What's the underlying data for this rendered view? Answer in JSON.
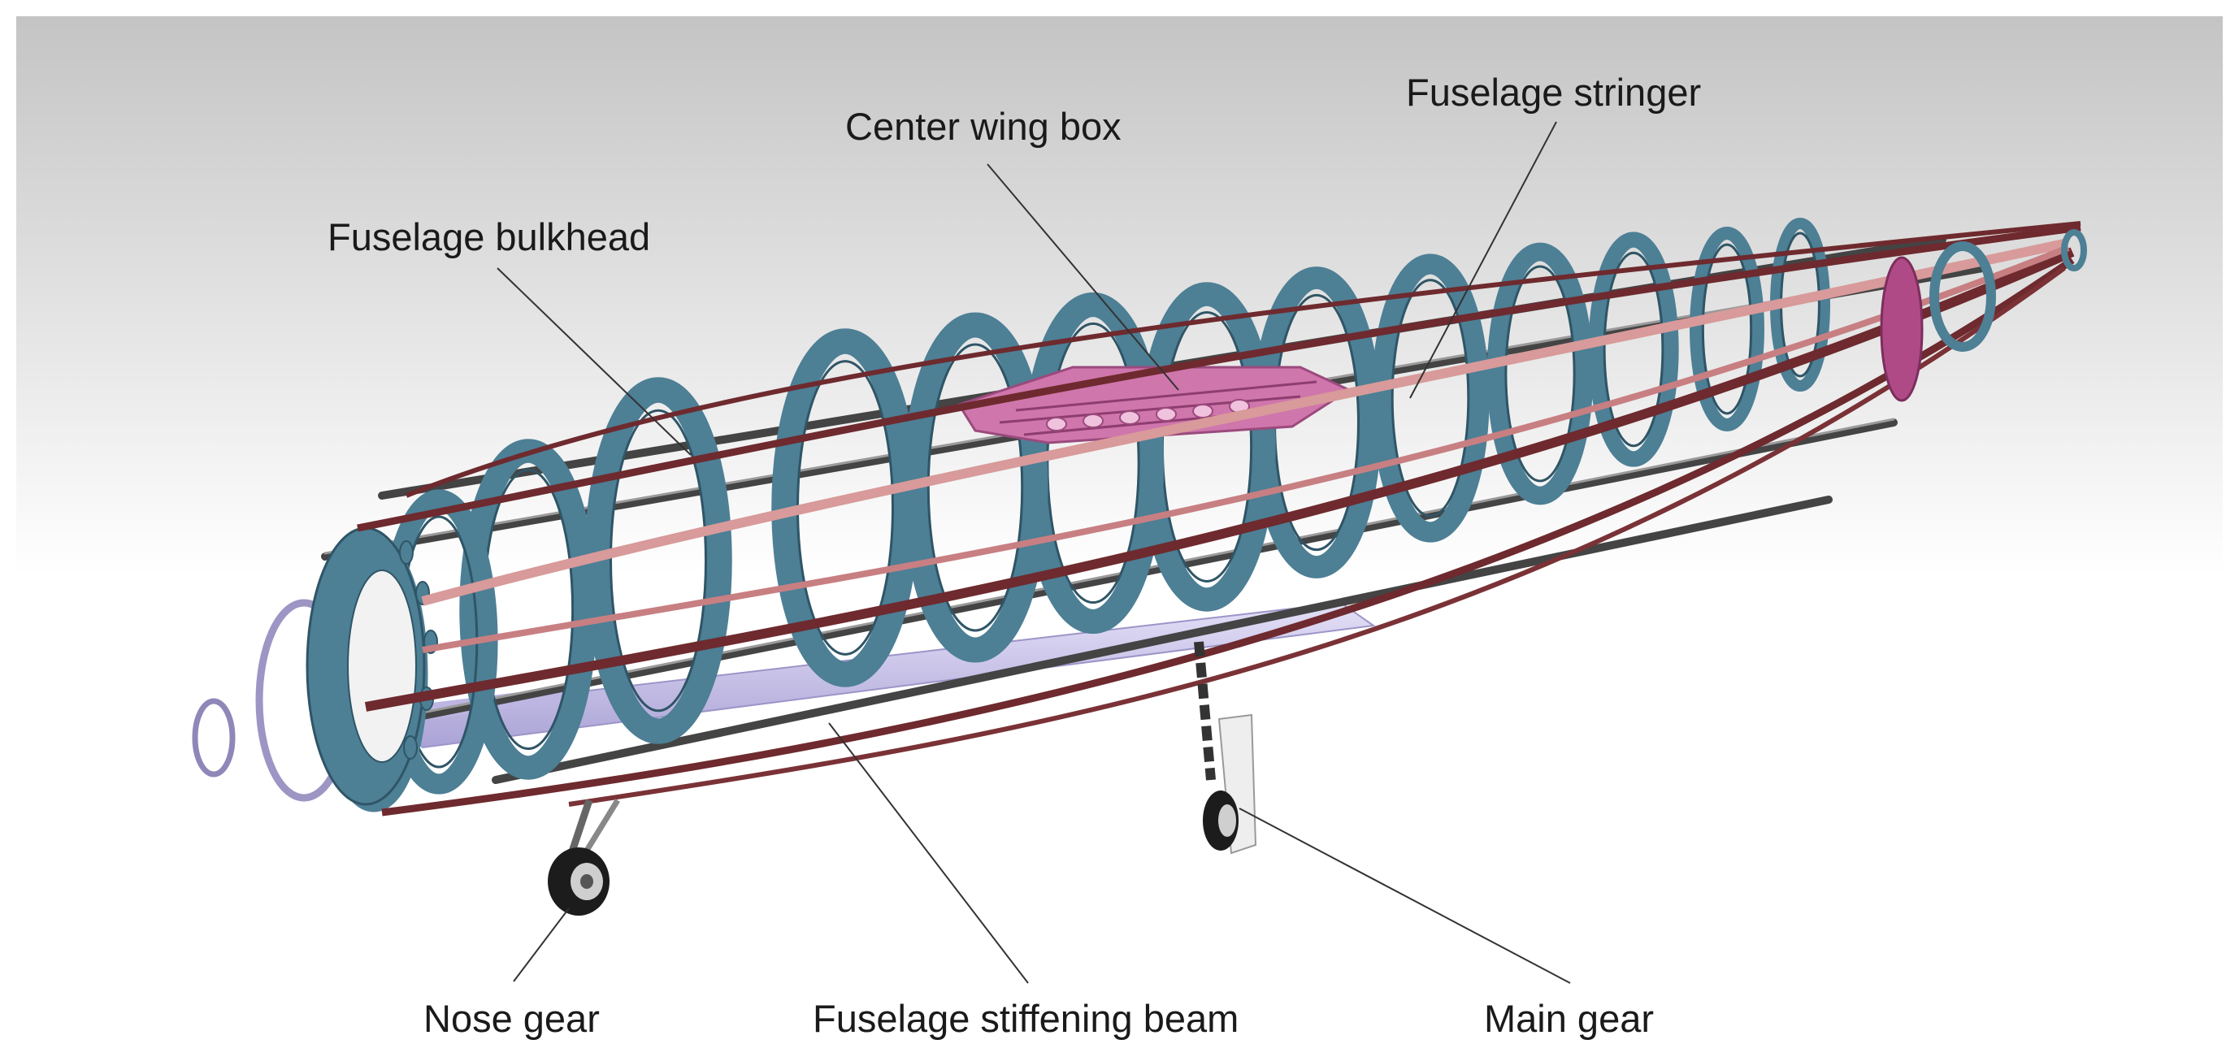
{
  "labels": {
    "center_wing_box": "Center wing box",
    "fuselage_stringer": "Fuselage stringer",
    "fuselage_bulkhead": "Fuselage bulkhead",
    "nose_gear": "Nose gear",
    "fuselage_stiffening_beam": "Fuselage stiffening beam",
    "main_gear": "Main gear"
  },
  "colors": {
    "bulkhead": "#4d7f95",
    "bulkhead_edge": "#2f5566",
    "stringer_dark": "#6e2a2e",
    "stringer_light": "#d89a9a",
    "wing_box": "#c96aa6",
    "tail_bulkhead": "#b04a86",
    "stiffening_beam": "#c9c3e8",
    "rod": "#4a4a4a",
    "tire": "#1c1c1c",
    "leader_line": "#333333",
    "background_top": "#c4c4c4",
    "background_bottom": "#ffffff"
  }
}
